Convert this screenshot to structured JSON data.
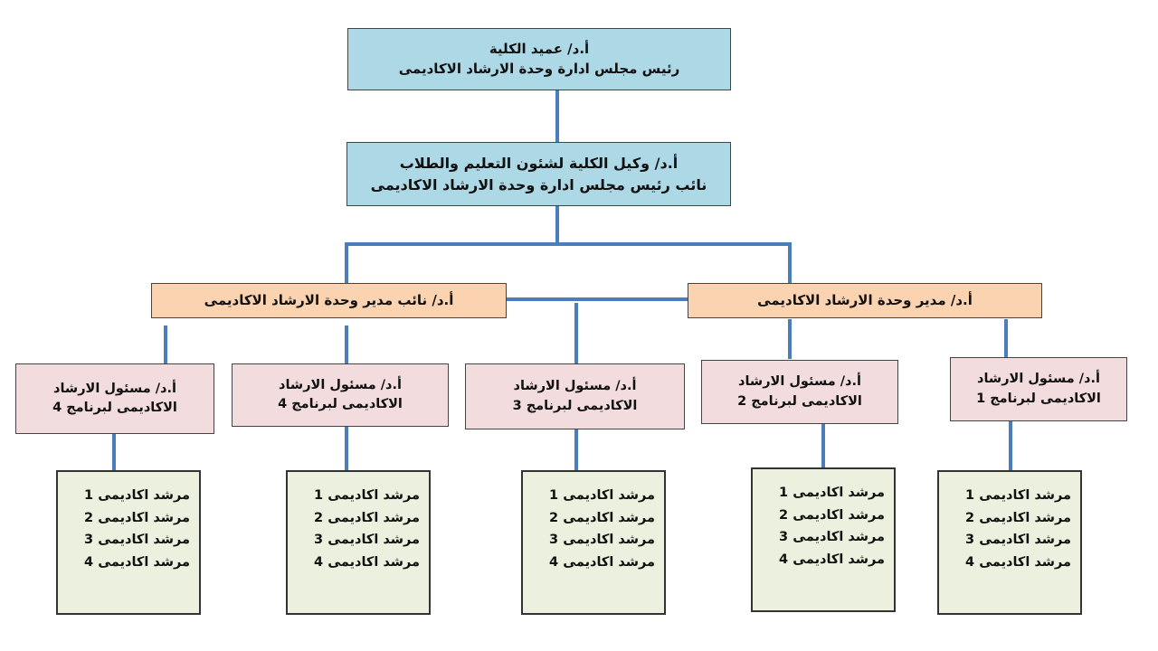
{
  "dean": {
    "line1": "أ.د/ عميد الكلية",
    "line2": "رئيس مجلس ادارة وحدة الارشاد الاكاديمى"
  },
  "vice_dean": {
    "line1": "أ.د/ وكيل الكلية لشئون التعليم والطلاب",
    "line2": "نائب رئيس مجلس ادارة وحدة الارشاد الاكاديمى"
  },
  "director": {
    "line1": "أ.د/ مدير وحدة الارشاد الاكاديمى"
  },
  "deputy_director": {
    "line1": "أ.د/ نائب مدير وحدة الارشاد الاكاديمى"
  },
  "program_heads": [
    {
      "line1": "أ.د/ مسئول الارشاد",
      "line2": "الاكاديمى لبرنامج 1"
    },
    {
      "line1": "أ.د/ مسئول الارشاد",
      "line2": "الاكاديمى لبرنامج 2"
    },
    {
      "line1": "أ.د/ مسئول الارشاد",
      "line2": "الاكاديمى لبرنامج 3"
    },
    {
      "line1": "أ.د/ مسئول الارشاد",
      "line2": "الاكاديمى لبرنامج 4"
    },
    {
      "line1": "أ.د/ مسئول الارشاد",
      "line2": "الاكاديمى لبرنامج 4"
    }
  ],
  "advisor_groups": [
    [
      "مرشد اكاديمى 1",
      "مرشد اكاديمى 2",
      "مرشد اكاديمى 3",
      "مرشد اكاديمى 4"
    ],
    [
      "مرشد اكاديمى 1",
      "مرشد اكاديمى 2",
      "مرشد اكاديمى 3",
      "مرشد اكاديمى 4"
    ],
    [
      "مرشد اكاديمى 1",
      "مرشد اكاديمى 2",
      "مرشد اكاديمى 3",
      "مرشد اكاديمى 4"
    ],
    [
      "مرشد اكاديمى 1",
      "مرشد اكاديمى 2",
      "مرشد اكاديمى 3",
      "مرشد اكاديمى 4"
    ],
    [
      "مرشد اكاديمى 1",
      "مرشد اكاديمى 2",
      "مرشد اكاديمى 3",
      "مرشد اكاديمى 4"
    ]
  ],
  "colors": {
    "top_boxes": "#add8e6",
    "director_boxes": "#fbd3b1",
    "program_boxes": "#f2dcdd",
    "advisor_boxes": "#ebf1de",
    "connectors": "#4a7ebb"
  }
}
